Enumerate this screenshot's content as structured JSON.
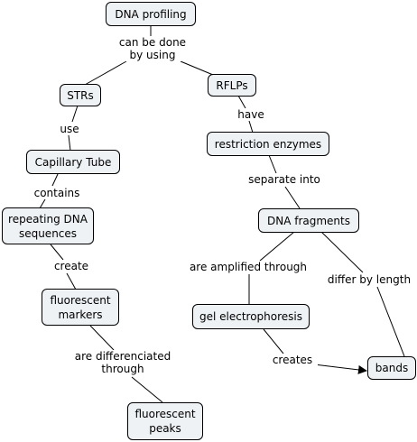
{
  "diagram": {
    "nodes": {
      "dna_profiling": "DNA profiling",
      "strs": "STRs",
      "rflps": "RFLPs",
      "capillary_tube": "Capillary Tube",
      "restriction_enzymes": "restriction enzymes",
      "repeating_dna": "repeating DNA\nsequences",
      "dna_fragments": "DNA fragments",
      "fluorescent_markers": "fluorescent\nmarkers",
      "gel_electrophoresis": "gel electrophoresis",
      "bands": "bands",
      "fluorescent_peaks": "fluorescent\npeaks"
    },
    "links": {
      "can_be_done": "can be done\nby using",
      "use": "use",
      "have": "have",
      "contains": "contains",
      "separate_into": "separate into",
      "create": "create",
      "are_amplified": "are amplified through",
      "differ_by_length": "differ by length",
      "are_differenciated": "are differenciated\nthrough",
      "creates": "creates"
    }
  }
}
